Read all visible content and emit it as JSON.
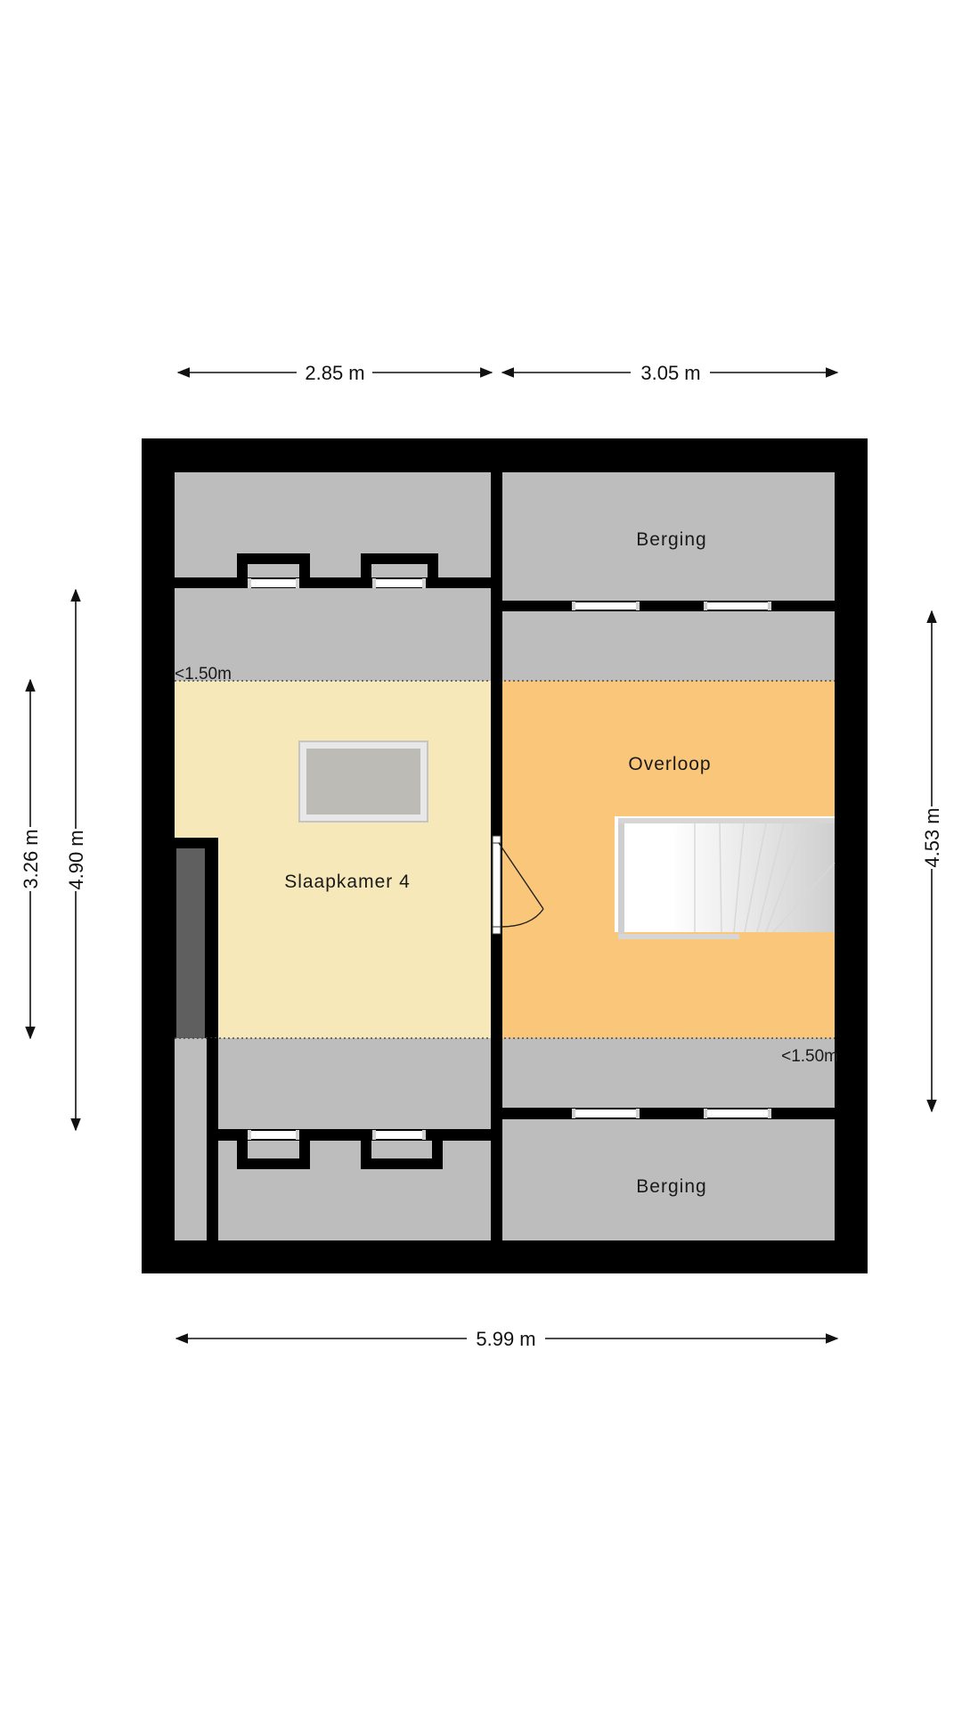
{
  "floorplan": {
    "dimensions": {
      "top_left": "2.85 m",
      "top_right": "3.05 m",
      "bottom": "5.99 m",
      "left_outer": "4.90 m",
      "left_inner": "3.26 m",
      "right": "4.53 m"
    },
    "rooms": {
      "berging_top": "Berging",
      "overloop": "Overloop",
      "slaapkamer": "Slaapkamer 4",
      "berging_bottom": "Berging"
    },
    "low_ceiling_left": "<1.50m",
    "low_ceiling_right": "<1.50m"
  },
  "colors": {
    "wall": "#000000",
    "storage": "#bdbdbd",
    "bedroom": "#f6e8b8",
    "landing": "#fac77a",
    "chimney": "#5f5f5f"
  }
}
